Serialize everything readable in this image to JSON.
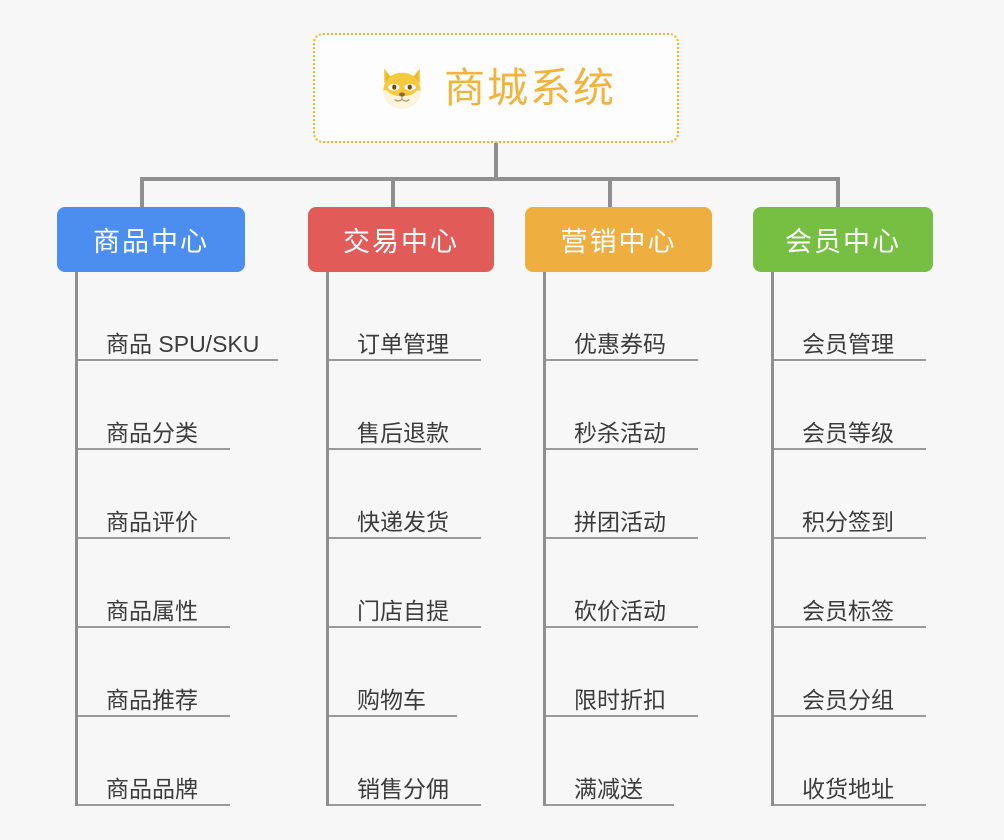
{
  "root": {
    "title": "商城系统",
    "icon": "shiba-dog-face-icon",
    "border_color": "#f0b429",
    "text_color": "#f2b33d"
  },
  "columns": [
    {
      "header": "商品中心",
      "color": "#4c8ef0",
      "items": [
        "商品 SPU/SKU",
        "商品分类",
        "商品评价",
        "商品属性",
        "商品推荐",
        "商品品牌"
      ]
    },
    {
      "header": "交易中心",
      "color": "#e15b58",
      "items": [
        "订单管理",
        "售后退款",
        "快递发货",
        "门店自提",
        "购物车",
        "销售分佣"
      ]
    },
    {
      "header": "营销中心",
      "color": "#eeae40",
      "items": [
        "优惠券码",
        "秒杀活动",
        "拼团活动",
        "砍价活动",
        "限时折扣",
        "满减送"
      ]
    },
    {
      "header": "会员中心",
      "color": "#76bf42",
      "items": [
        "会员管理",
        "会员等级",
        "积分签到",
        "会员标签",
        "会员分组",
        "收货地址"
      ]
    }
  ],
  "palette": {
    "background": "#f7f7f7",
    "connector": "#8f8f8f",
    "leaf_text": "#3c3c3c",
    "leaf_rule": "#9a9a9a"
  }
}
